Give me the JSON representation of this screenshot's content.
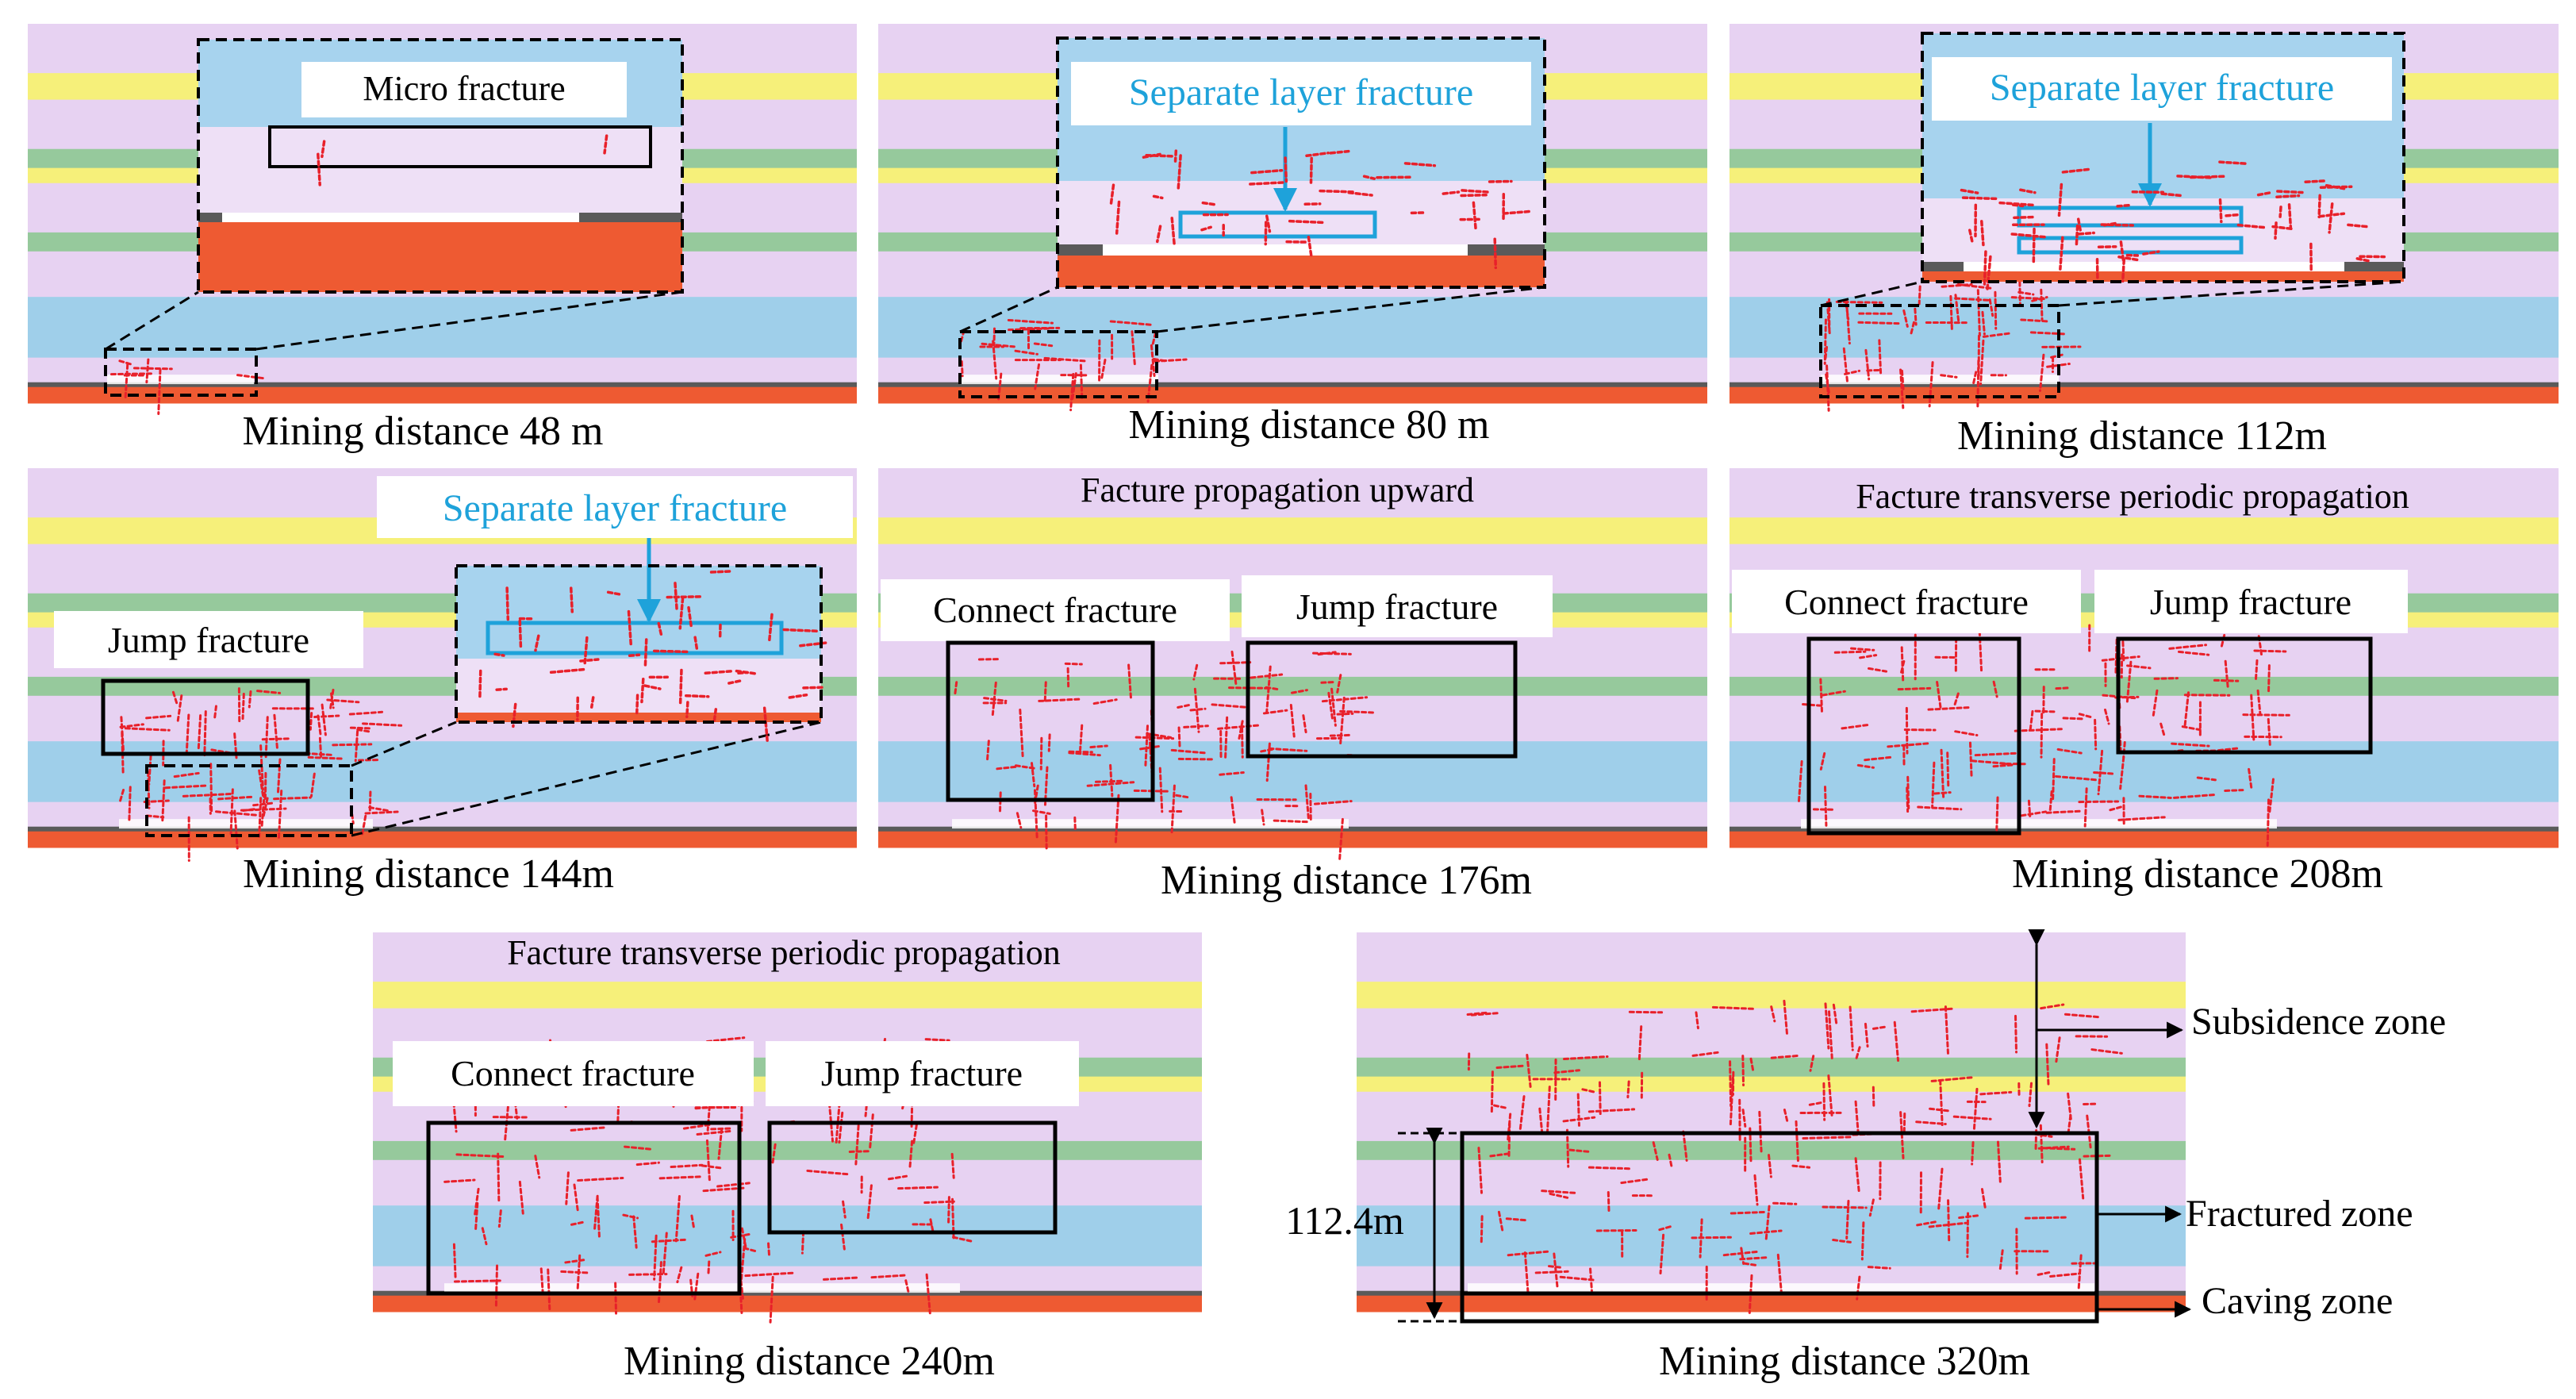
{
  "colors": {
    "lilac": "#e7d2f2",
    "yellow": "#f6f07a",
    "green": "#96c99c",
    "blue": "#9fcfea",
    "coal": "#ee5a32",
    "gob": "#5a5a5a",
    "fracture": "#e8202a",
    "callout_blue": "#1ea2da"
  },
  "panels": [
    {
      "caption": "Mining distance 48 m",
      "inset_label": "Micro fracture"
    },
    {
      "caption": "Mining distance 80 m",
      "inset_label": "Separate layer fracture"
    },
    {
      "caption": "Mining distance 112m",
      "inset_label": "Separate layer fracture"
    },
    {
      "caption": "Mining distance 144m",
      "inset_label": "Separate layer fracture",
      "box_label": "Jump fracture"
    },
    {
      "caption": "Mining distance 176m",
      "heading": "Facture propagation upward",
      "box_labels": [
        "Connect fracture",
        "Jump fracture"
      ]
    },
    {
      "caption": "Mining distance 208m",
      "heading": "Facture transverse periodic propagation",
      "box_labels": [
        "Connect fracture",
        "Jump fracture"
      ]
    },
    {
      "caption": "Mining distance 240m",
      "heading": "Facture transverse periodic propagation",
      "box_labels": [
        "Connect fracture",
        "Jump fracture"
      ]
    },
    {
      "caption": "Mining distance 320m",
      "height_label": "112.4m",
      "zones": [
        "Subsidence zone",
        "Fractured zone",
        "Caving zone"
      ]
    }
  ]
}
